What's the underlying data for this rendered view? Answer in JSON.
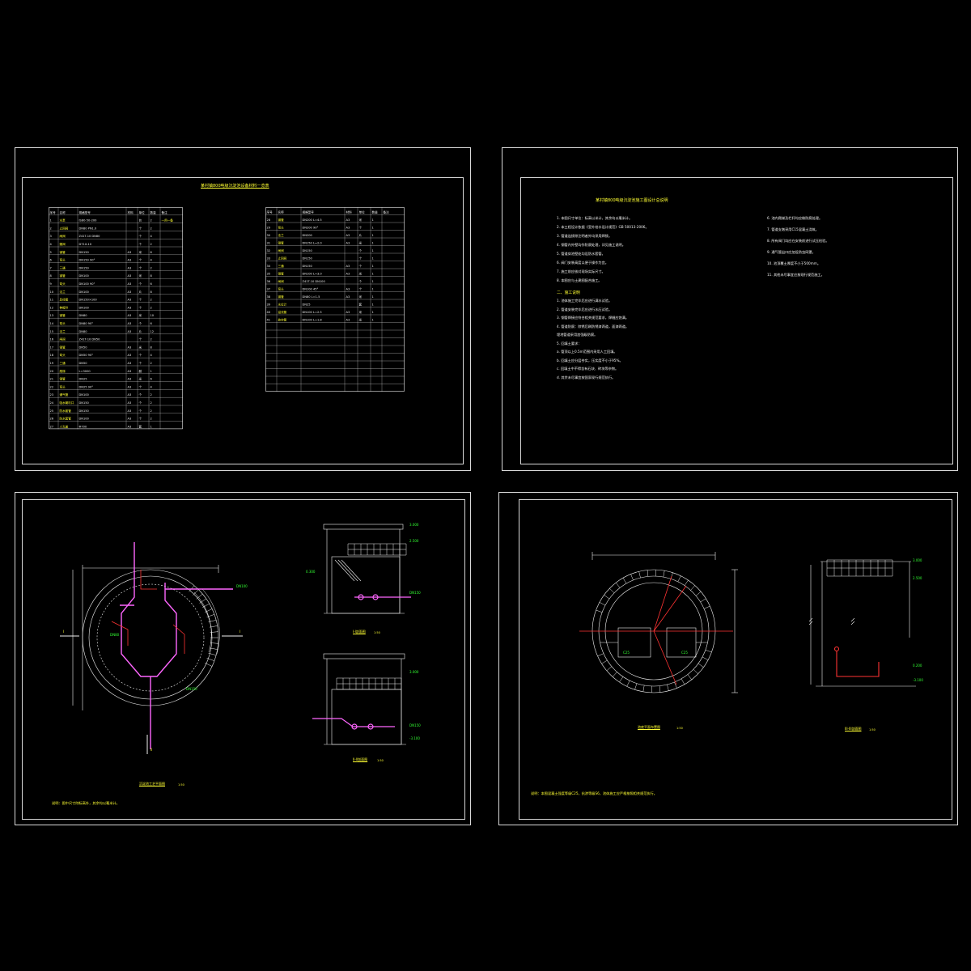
{
  "sheets": {
    "equipment": {
      "title": "某村镇800吨级沉淀池设备材料一览表",
      "left_table": {
        "headers": [
          "序号",
          "名称",
          "规格型号",
          "材料",
          "单位",
          "数量",
          "备注"
        ],
        "rows": [
          [
            "1",
            "水泵",
            "IS80-50-200",
            "",
            "台",
            "2",
            "一用一备"
          ],
          [
            "2",
            "止回阀",
            "DN80 PN1.0",
            "",
            "个",
            "2",
            ""
          ],
          [
            "3",
            "闸阀",
            "Z41T-10 DN80",
            "",
            "个",
            "4",
            ""
          ],
          [
            "4",
            "蝶阀",
            "D71X-10",
            "",
            "个",
            "2",
            ""
          ],
          [
            "5",
            "钢管",
            "DN150",
            "A3",
            "米",
            "6",
            ""
          ],
          [
            "6",
            "弯头",
            "DN150 90°",
            "A3",
            "个",
            "4",
            ""
          ],
          [
            "7",
            "三通",
            "DN150",
            "A3",
            "个",
            "2",
            ""
          ],
          [
            "8",
            "钢管",
            "DN100",
            "A3",
            "米",
            "8",
            ""
          ],
          [
            "9",
            "弯头",
            "DN100 90°",
            "A3",
            "个",
            "6",
            ""
          ],
          [
            "10",
            "法兰",
            "DN100",
            "A3",
            "片",
            "8",
            ""
          ],
          [
            "11",
            "异径管",
            "DN150×100",
            "A3",
            "个",
            "2",
            ""
          ],
          [
            "12",
            "伸缩节",
            "DN100",
            "A3",
            "个",
            "2",
            ""
          ],
          [
            "13",
            "钢管",
            "DN80",
            "A3",
            "米",
            "10",
            ""
          ],
          [
            "14",
            "弯头",
            "DN80 90°",
            "A3",
            "个",
            "6",
            ""
          ],
          [
            "15",
            "法兰",
            "DN80",
            "A3",
            "片",
            "12",
            ""
          ],
          [
            "16",
            "闸阀",
            "Z41T-10 DN50",
            "",
            "个",
            "2",
            ""
          ],
          [
            "17",
            "钢管",
            "DN50",
            "A3",
            "米",
            "8",
            ""
          ],
          [
            "18",
            "弯头",
            "DN50 90°",
            "A3",
            "个",
            "4",
            ""
          ],
          [
            "19",
            "三通",
            "DN50",
            "A3",
            "个",
            "2",
            ""
          ],
          [
            "20",
            "爬梯",
            "L=3000",
            "A3",
            "副",
            "1",
            ""
          ],
          [
            "21",
            "钢管",
            "DN25",
            "A3",
            "米",
            "6",
            ""
          ],
          [
            "22",
            "弯头",
            "DN25 90°",
            "A3",
            "个",
            "4",
            ""
          ],
          [
            "23",
            "通气管",
            "DN100",
            "A3",
            "个",
            "2",
            ""
          ],
          [
            "24",
            "吸水喇叭口",
            "DN150",
            "A3",
            "个",
            "2",
            ""
          ],
          [
            "25",
            "防水套管",
            "DN150",
            "A3",
            "个",
            "2",
            ""
          ],
          [
            "26",
            "防水套管",
            "DN100",
            "A3",
            "个",
            "2",
            ""
          ],
          [
            "27",
            "人孔盖",
            "Φ700",
            "A3",
            "套",
            "1",
            ""
          ]
        ]
      },
      "right_table": {
        "headers": [
          "序号",
          "名称",
          "规格型号",
          "材料",
          "单位",
          "数量",
          "备注"
        ],
        "rows": [
          [
            "28",
            "钢管",
            "DN200 L=4.5",
            "A3",
            "米",
            "1",
            ""
          ],
          [
            "29",
            "弯头",
            "DN200 90°",
            "A3",
            "个",
            "1",
            ""
          ],
          [
            "30",
            "法兰",
            "DN200",
            "A3",
            "片",
            "1",
            ""
          ],
          [
            "31",
            "钢管",
            "DN150 L=2.0",
            "A3",
            "米",
            "1",
            ""
          ],
          [
            "32",
            "闸阀",
            "DN150",
            "",
            "个",
            "1",
            ""
          ],
          [
            "33",
            "止回阀",
            "DN150",
            "",
            "个",
            "1",
            ""
          ],
          [
            "34",
            "三通",
            "DN150",
            "A3",
            "个",
            "1",
            ""
          ],
          [
            "35",
            "钢管",
            "DN100 L=3.0",
            "A3",
            "米",
            "1",
            ""
          ],
          [
            "36",
            "闸阀",
            "Z41T-10 DN100",
            "",
            "个",
            "1",
            ""
          ],
          [
            "37",
            "弯头",
            "DN100 45°",
            "A3",
            "个",
            "1",
            ""
          ],
          [
            "38",
            "钢管",
            "DN80 L=1.5",
            "A3",
            "米",
            "1",
            ""
          ],
          [
            "39",
            "水位计",
            "DN25",
            "",
            "套",
            "1",
            ""
          ],
          [
            "40",
            "溢流管",
            "DN100 L=2.5",
            "A3",
            "米",
            "1",
            ""
          ],
          [
            "41",
            "放空管",
            "DN100 L=1.8",
            "A3",
            "米",
            "1",
            ""
          ]
        ]
      }
    },
    "notes": {
      "title": "某村镇800吨级沉淀池施工图设计总说明",
      "left_col": [
        "1. 本图尺寸单位：标高以米计，其余均以毫米计。",
        "2. 本工程设计依据《室外给水设计规范》GB 50013-2006。",
        "3. 管道连接除注明者外均采用焊接。",
        "4. 钢管内外壁均作防腐处理，详见施工说明。",
        "5. 管道穿池壁处均设防水套管。",
        "6. 阀门安装高度以便于操作为宜。",
        "7. 施工前应核对现场实际尺寸。",
        "8. 本图应与土建图配合施工。"
      ],
      "sub_head": "二、施工说明",
      "left_col2": [
        "1. 池体施工完毕后应进行满水试验。",
        "2. 管道安装完毕后应进行水压试验。",
        "3. 钢管焊接应符合相关规范要求，焊缝应饱满。",
        "4. 管道防腐：除锈后刷防锈漆两道，面漆两道。",
        "   埋地管道采用加强级防腐。",
        "5. 回填土要求：",
        "  a. 管顶以上0.5m范围内采用人工回填。",
        "  b. 回填土应分层夯实，压实度不小于95%。",
        "  c. 回填土中不得含有石块、砖块等杂物。",
        "  d. 其余未尽事宜按国家现行规范执行。"
      ],
      "right_col": [
        "6. 池内爬梯及栏杆均应做防腐处理。",
        "7. 管道支墩采用C15混凝土浇筑。",
        "8. 所有阀门均应在安装前进行试压检验。",
        "9. 通气管出口应加设防虫网罩。",
        "10. 池顶覆土厚度不小于500mm。",
        "11. 其他未尽事宜应按现行规范施工。"
      ]
    },
    "process": {
      "plan_caption": "沉淀池工艺平面图",
      "plan_scale": "1:50",
      "section1_caption": "I-I剖面图",
      "section1_scale": "1:50",
      "section2_caption": "II-II剖面图",
      "section2_scale": "1:50",
      "note": "说明：图中尺寸除标高外，其余均以毫米计。"
    },
    "structure": {
      "plan_caption": "池底平面布置图",
      "plan_scale": "1:50",
      "section_caption": "III-III剖面图",
      "section_scale": "1:50",
      "note": "说明：本图混凝土强度等级C25，抗渗等级S6，池体施工应严格按照相关规范执行。"
    }
  },
  "colors": {
    "frame": "#d8d8d8",
    "text": "#ffff33",
    "accent_green": "#33ff33",
    "accent_red": "#ff3333",
    "accent_magenta": "#ff33ff",
    "line": "#f0f0f0"
  }
}
